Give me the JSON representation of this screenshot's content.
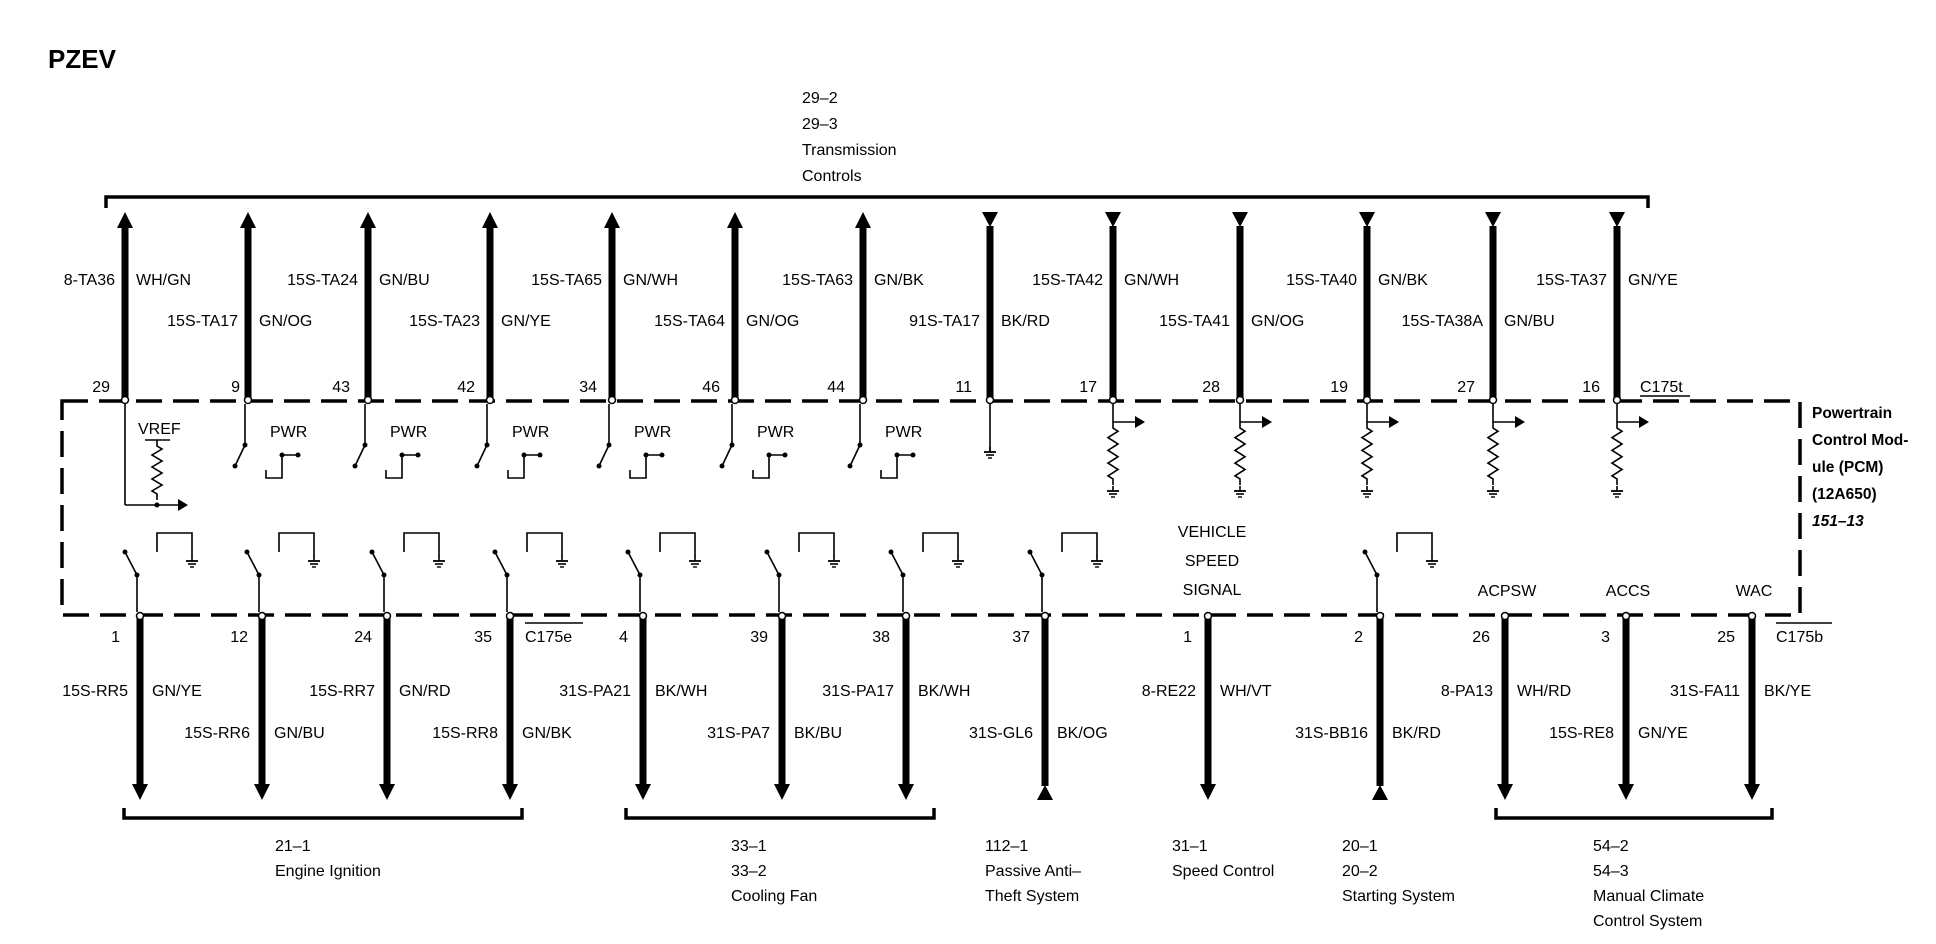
{
  "title": "PZEV",
  "module": {
    "name_lines": [
      "Powertrain",
      "Control Mod-",
      "ule (PCM)",
      "(12A650)"
    ],
    "ref": "151–13"
  },
  "connectors": {
    "top": "C175t",
    "bottom_e": "C175e",
    "bottom_b": "C175b"
  },
  "top_group": {
    "refs": [
      "29–2",
      "29–3",
      "Transmission",
      "Controls"
    ]
  },
  "vehicle_speed_signal": [
    "VEHICLE",
    "SPEED",
    "SIGNAL"
  ],
  "top_pins": [
    {
      "pin": "29",
      "circuit": "8-TA36",
      "color": "WH/GN",
      "row": "upper",
      "arrow": "up",
      "internal": "vref"
    },
    {
      "pin": "9",
      "circuit": "15S-TA17",
      "color": "GN/OG",
      "row": "lower",
      "arrow": "up",
      "internal": "pwr"
    },
    {
      "pin": "43",
      "circuit": "15S-TA24",
      "color": "GN/BU",
      "row": "upper",
      "arrow": "up",
      "internal": "pwr"
    },
    {
      "pin": "42",
      "circuit": "15S-TA23",
      "color": "GN/YE",
      "row": "lower",
      "arrow": "up",
      "internal": "pwr"
    },
    {
      "pin": "34",
      "circuit": "15S-TA65",
      "color": "GN/WH",
      "row": "upper",
      "arrow": "up",
      "internal": "pwr"
    },
    {
      "pin": "46",
      "circuit": "15S-TA64",
      "color": "GN/OG",
      "row": "lower",
      "arrow": "up",
      "internal": "pwr"
    },
    {
      "pin": "44",
      "circuit": "15S-TA63",
      "color": "GN/BK",
      "row": "upper",
      "arrow": "up",
      "internal": "pwr"
    },
    {
      "pin": "11",
      "circuit": "91S-TA17",
      "color": "BK/RD",
      "row": "lower",
      "arrow": "in",
      "internal": "ground"
    },
    {
      "pin": "17",
      "circuit": "15S-TA42",
      "color": "GN/WH",
      "row": "upper",
      "arrow": "in",
      "internal": "resistor"
    },
    {
      "pin": "28",
      "circuit": "15S-TA41",
      "color": "GN/OG",
      "row": "lower",
      "arrow": "in",
      "internal": "resistor"
    },
    {
      "pin": "19",
      "circuit": "15S-TA40",
      "color": "GN/BK",
      "row": "upper",
      "arrow": "in",
      "internal": "resistor"
    },
    {
      "pin": "27",
      "circuit": "15S-TA38A",
      "color": "GN/BU",
      "row": "lower",
      "arrow": "in",
      "internal": "resistor"
    },
    {
      "pin": "16",
      "circuit": "15S-TA37",
      "color": "GN/YE",
      "row": "upper",
      "arrow": "in",
      "internal": "resistor"
    }
  ],
  "pwr_label": "PWR",
  "vref_label": "VREF",
  "bottom_pins": [
    {
      "pin": "1",
      "circuit": "15S-RR5",
      "color": "GN/YE",
      "row": "upper",
      "arrow": "down",
      "switch": true
    },
    {
      "pin": "12",
      "circuit": "15S-RR6",
      "color": "GN/BU",
      "row": "lower",
      "arrow": "down",
      "switch": true
    },
    {
      "pin": "24",
      "circuit": "15S-RR7",
      "color": "GN/RD",
      "row": "upper",
      "arrow": "down",
      "switch": true
    },
    {
      "pin": "35",
      "circuit": "15S-RR8",
      "color": "GN/BK",
      "row": "lower",
      "arrow": "down",
      "switch": true
    },
    {
      "pin": "4",
      "circuit": "31S-PA21",
      "color": "BK/WH",
      "row": "upper",
      "arrow": "down",
      "switch": true
    },
    {
      "pin": "39",
      "circuit": "31S-PA7",
      "color": "BK/BU",
      "row": "lower",
      "arrow": "down",
      "switch": true
    },
    {
      "pin": "38",
      "circuit": "31S-PA17",
      "color": "BK/WH",
      "row": "upper",
      "arrow": "down",
      "switch": true
    },
    {
      "pin": "37",
      "circuit": "31S-GL6",
      "color": "BK/OG",
      "row": "lower",
      "arrow": "up",
      "switch": true
    },
    {
      "pin": "1",
      "circuit": "8-RE22",
      "color": "WH/VT",
      "row": "upper",
      "arrow": "down",
      "switch": false
    },
    {
      "pin": "2",
      "circuit": "31S-BB16",
      "color": "BK/RD",
      "row": "lower",
      "arrow": "up",
      "switch": true
    },
    {
      "pin": "26",
      "circuit": "8-PA13",
      "color": "WH/RD",
      "row": "upper",
      "arrow": "down",
      "switch": false,
      "signal": "ACPSW"
    },
    {
      "pin": "3",
      "circuit": "15S-RE8",
      "color": "GN/YE",
      "row": "lower",
      "arrow": "down",
      "switch": false,
      "signal": "ACCS"
    },
    {
      "pin": "25",
      "circuit": "31S-FA11",
      "color": "BK/YE",
      "row": "upper",
      "arrow": "down",
      "switch": false,
      "signal": "WAC"
    }
  ],
  "bottom_groups": [
    {
      "lines": [
        "21–1",
        "Engine Ignition"
      ]
    },
    {
      "lines": [
        "33–1",
        "33–2",
        "Cooling Fan"
      ]
    },
    {
      "lines": [
        "112–1",
        "Passive Anti–",
        "Theft System"
      ]
    },
    {
      "lines": [
        "31–1",
        "Speed Control"
      ]
    },
    {
      "lines": [
        "20–1",
        "20–2",
        "Starting System"
      ]
    },
    {
      "lines": [
        "54–2",
        "54–3",
        "Manual Climate",
        "Control System"
      ]
    }
  ]
}
